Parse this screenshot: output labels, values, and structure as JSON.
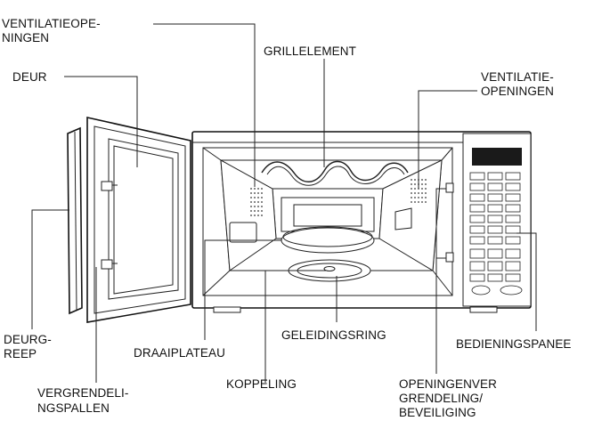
{
  "labels": {
    "ventilatieopeningen_left_1": "VENTILATIEOPE-",
    "ventilatieopeningen_left_2": "NINGEN",
    "grillelement": "GRILLELEMENT",
    "deur": "DEUR",
    "ventilatieopeningen_right_1": "VENTILATIE-",
    "ventilatieopeningen_right_2": "OPENINGEN",
    "deurgreep_1": "DEURG-",
    "deurgreep_2": "REEP",
    "draaiplateau": "DRAAIPLATEAU",
    "geleidingsring": "GELEIDINGSRING",
    "bedieningspaneel": "BEDIENINGSPANEE",
    "vergrendelingspallen_1": "VERGRENDELI-",
    "vergrendelingspallen_2": "NGSPALLEN",
    "koppeling": "KOPPELING",
    "openingenvergrendeling_1": "OPENINGENVER",
    "openingenvergrendeling_2": "GRENDELING/",
    "openingenvergrendeling_3": "BEVEILIGING"
  }
}
